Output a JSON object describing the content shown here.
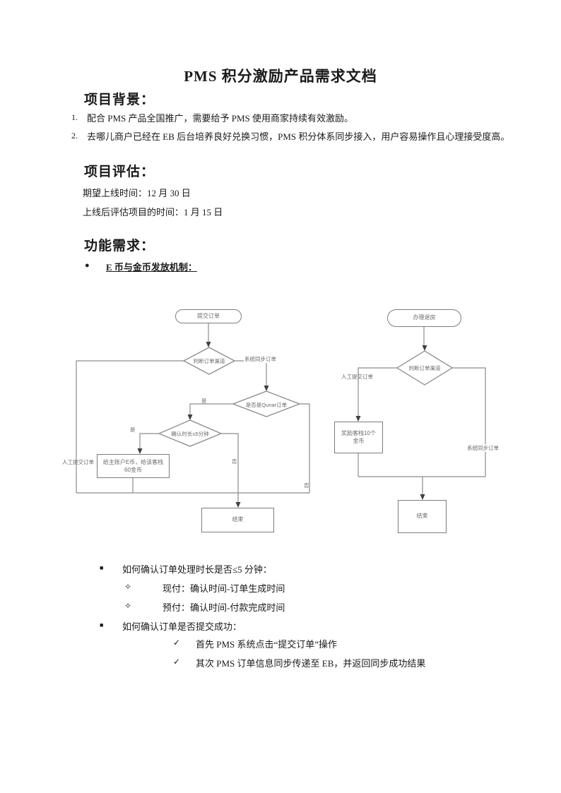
{
  "doc": {
    "title": "PMS 积分激励产品需求文档"
  },
  "sections": {
    "background": {
      "heading": "项目背景：",
      "items": [
        {
          "num": "1.",
          "text": "配合 PMS 产品全国推广，需要给予 PMS 使用商家持续有效激励。"
        },
        {
          "num": "2.",
          "text": "去哪儿商户已经在 EB 后台培养良好兑换习惯，PMS 积分体系同步接入，用户容易操作且心理接受度高。"
        }
      ]
    },
    "evaluation": {
      "heading": "项目评估：",
      "line1": "期望上线时间：12 月 30 日",
      "line2": "上线后评估项目的时间：1 月 15 日"
    },
    "requirements": {
      "heading": "功能需求：",
      "bullet_glyph": "●",
      "bullet_text": "E 币与金币发放机制： "
    }
  },
  "flowchart": {
    "colors": {
      "line": "#8c8c8c",
      "shape_border": "#7d7d7d",
      "text": "#6a6a6a",
      "arrow": "#3f3f3f"
    },
    "left": {
      "start": "提交订单",
      "decision_channel": "判断订单渠道",
      "decision_qunar": "是否是Qunar订单",
      "decision_time": "确认时长≤5分钟",
      "reward_line1": "给主账户E币，给该客栈",
      "reward_line2": "60金币",
      "end": "结束",
      "label_sys_sync": "系统同步订单",
      "label_manual": "人工提交订单",
      "label_yes1": "是",
      "label_yes2": "是",
      "label_no1": "否",
      "label_no2": "否"
    },
    "right": {
      "start": "办理退房",
      "decision_channel": "判断订单渠道",
      "reward_line1": "奖励客栈10个",
      "reward_line2": "金币",
      "end": "结束",
      "label_manual": "人工提交订单",
      "label_sys_sync": "系统同步订单"
    }
  },
  "notes": {
    "sq_glyph": "■",
    "dia_glyph": "✧",
    "chk_glyph": "✓",
    "q1": "如何确认订单处理时长是否≤5 分钟：",
    "q1_sub1": "现付：确认时间-订单生成时间",
    "q1_sub2": "预付：确认时间-付款完成时间",
    "q2": "如何确认订单是否提交成功：",
    "q2_sub1": "首先 PMS 系统点击“提交订单”操作",
    "q2_sub2": "其次 PMS 订单信息同步传递至 EB，并返回同步成功结果"
  }
}
